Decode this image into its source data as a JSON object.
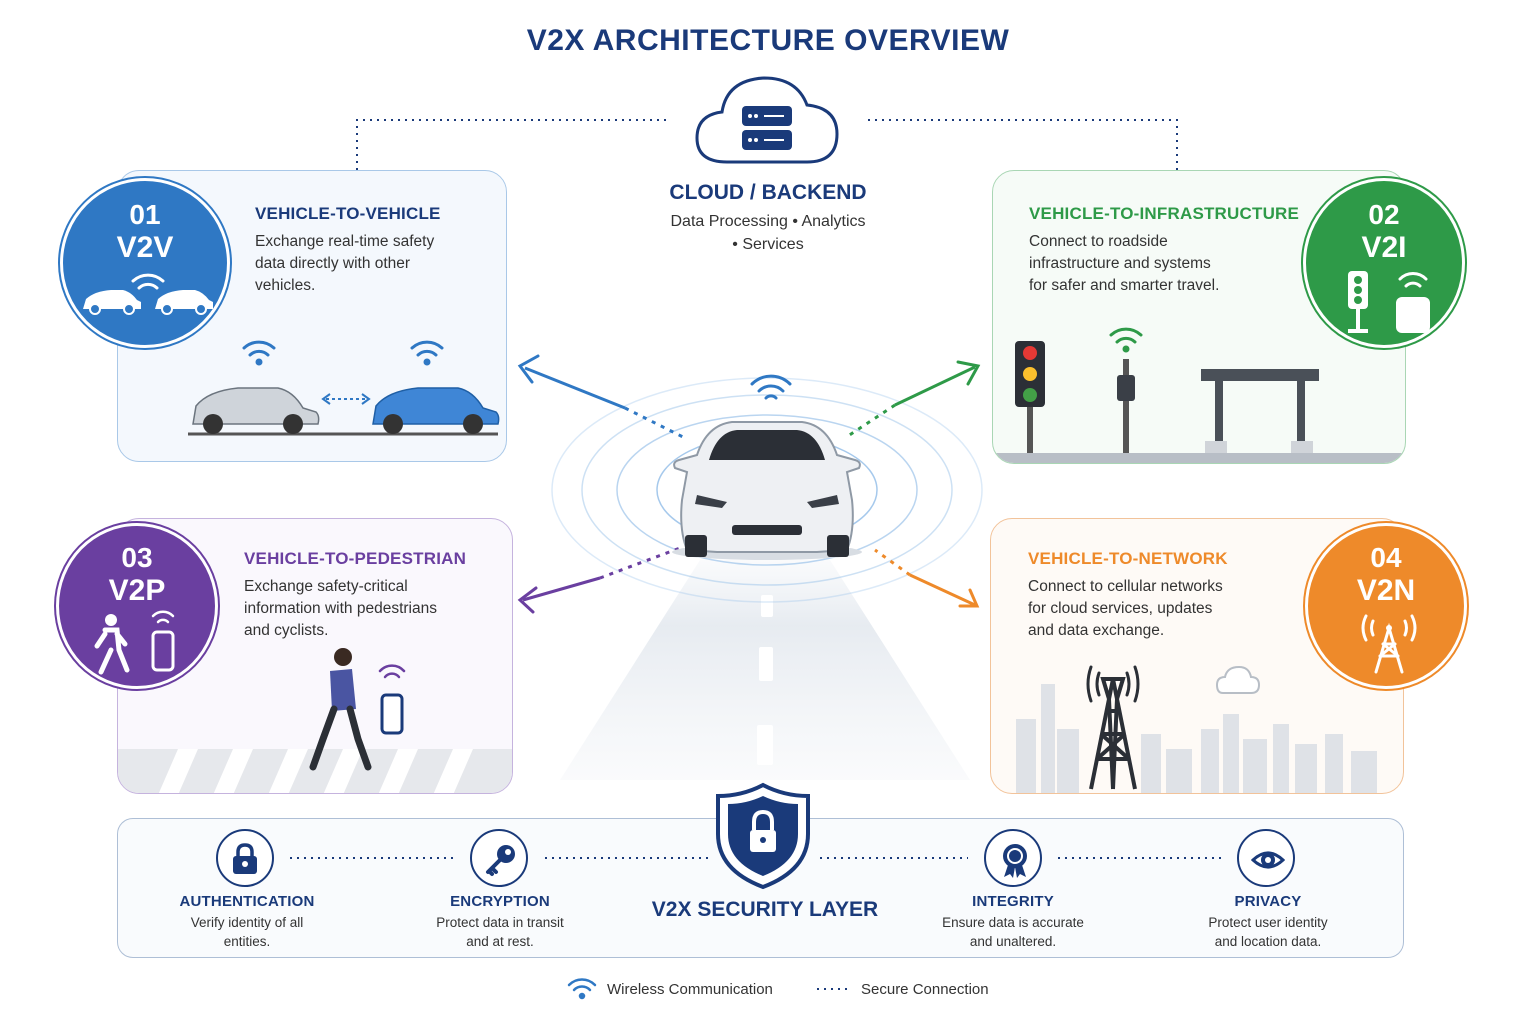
{
  "title": "V2X ARCHITECTURE OVERVIEW",
  "cloud": {
    "title": "CLOUD / BACKEND",
    "desc_line1": "Data Processing • Analytics",
    "desc_line2": "• Services"
  },
  "cards": {
    "v2v": {
      "num": "01",
      "code": "V2V",
      "heading": "VEHICLE-TO-VEHICLE",
      "desc": [
        "Exchange real-time safety",
        "data directly with other",
        "vehicles."
      ],
      "color": "#2f78c4"
    },
    "v2i": {
      "num": "02",
      "code": "V2I",
      "heading": "VEHICLE-TO-INFRASTRUCTURE",
      "desc": [
        "Connect to roadside",
        "infrastructure and systems",
        "for safer and smarter travel."
      ],
      "color": "#2e9a48"
    },
    "v2p": {
      "num": "03",
      "code": "V2P",
      "heading": "VEHICLE-TO-PEDESTRIAN",
      "desc": [
        "Exchange safety-critical",
        "information with pedestrians",
        "and cyclists."
      ],
      "color": "#6a3fa0"
    },
    "v2n": {
      "num": "04",
      "code": "V2N",
      "heading": "VEHICLE-TO-NETWORK",
      "desc": [
        "Connect to cellular networks",
        "for cloud services, updates",
        "and data exchange."
      ],
      "color": "#ee8a2a"
    }
  },
  "security": {
    "title": "V2X SECURITY LAYER",
    "items": [
      {
        "title": "AUTHENTICATION",
        "desc": [
          "Verify identity of all",
          "entities."
        ],
        "icon": "lock-icon"
      },
      {
        "title": "ENCRYPTION",
        "desc": [
          "Protect data in transit",
          "and at rest."
        ],
        "icon": "key-icon"
      },
      {
        "title": "INTEGRITY",
        "desc": [
          "Ensure data is accurate",
          "and unaltered."
        ],
        "icon": "award-seal-icon"
      },
      {
        "title": "PRIVACY",
        "desc": [
          "Protect user identity",
          "and location data."
        ],
        "icon": "eye-icon"
      }
    ]
  },
  "legend": {
    "wireless": "Wireless Communication",
    "secure": "Secure Connection"
  },
  "colors": {
    "navy": "#1a3a7a",
    "blue": "#2f78c4",
    "green": "#2e9a48",
    "purple": "#6a3fa0",
    "orange": "#ee8a2a"
  }
}
